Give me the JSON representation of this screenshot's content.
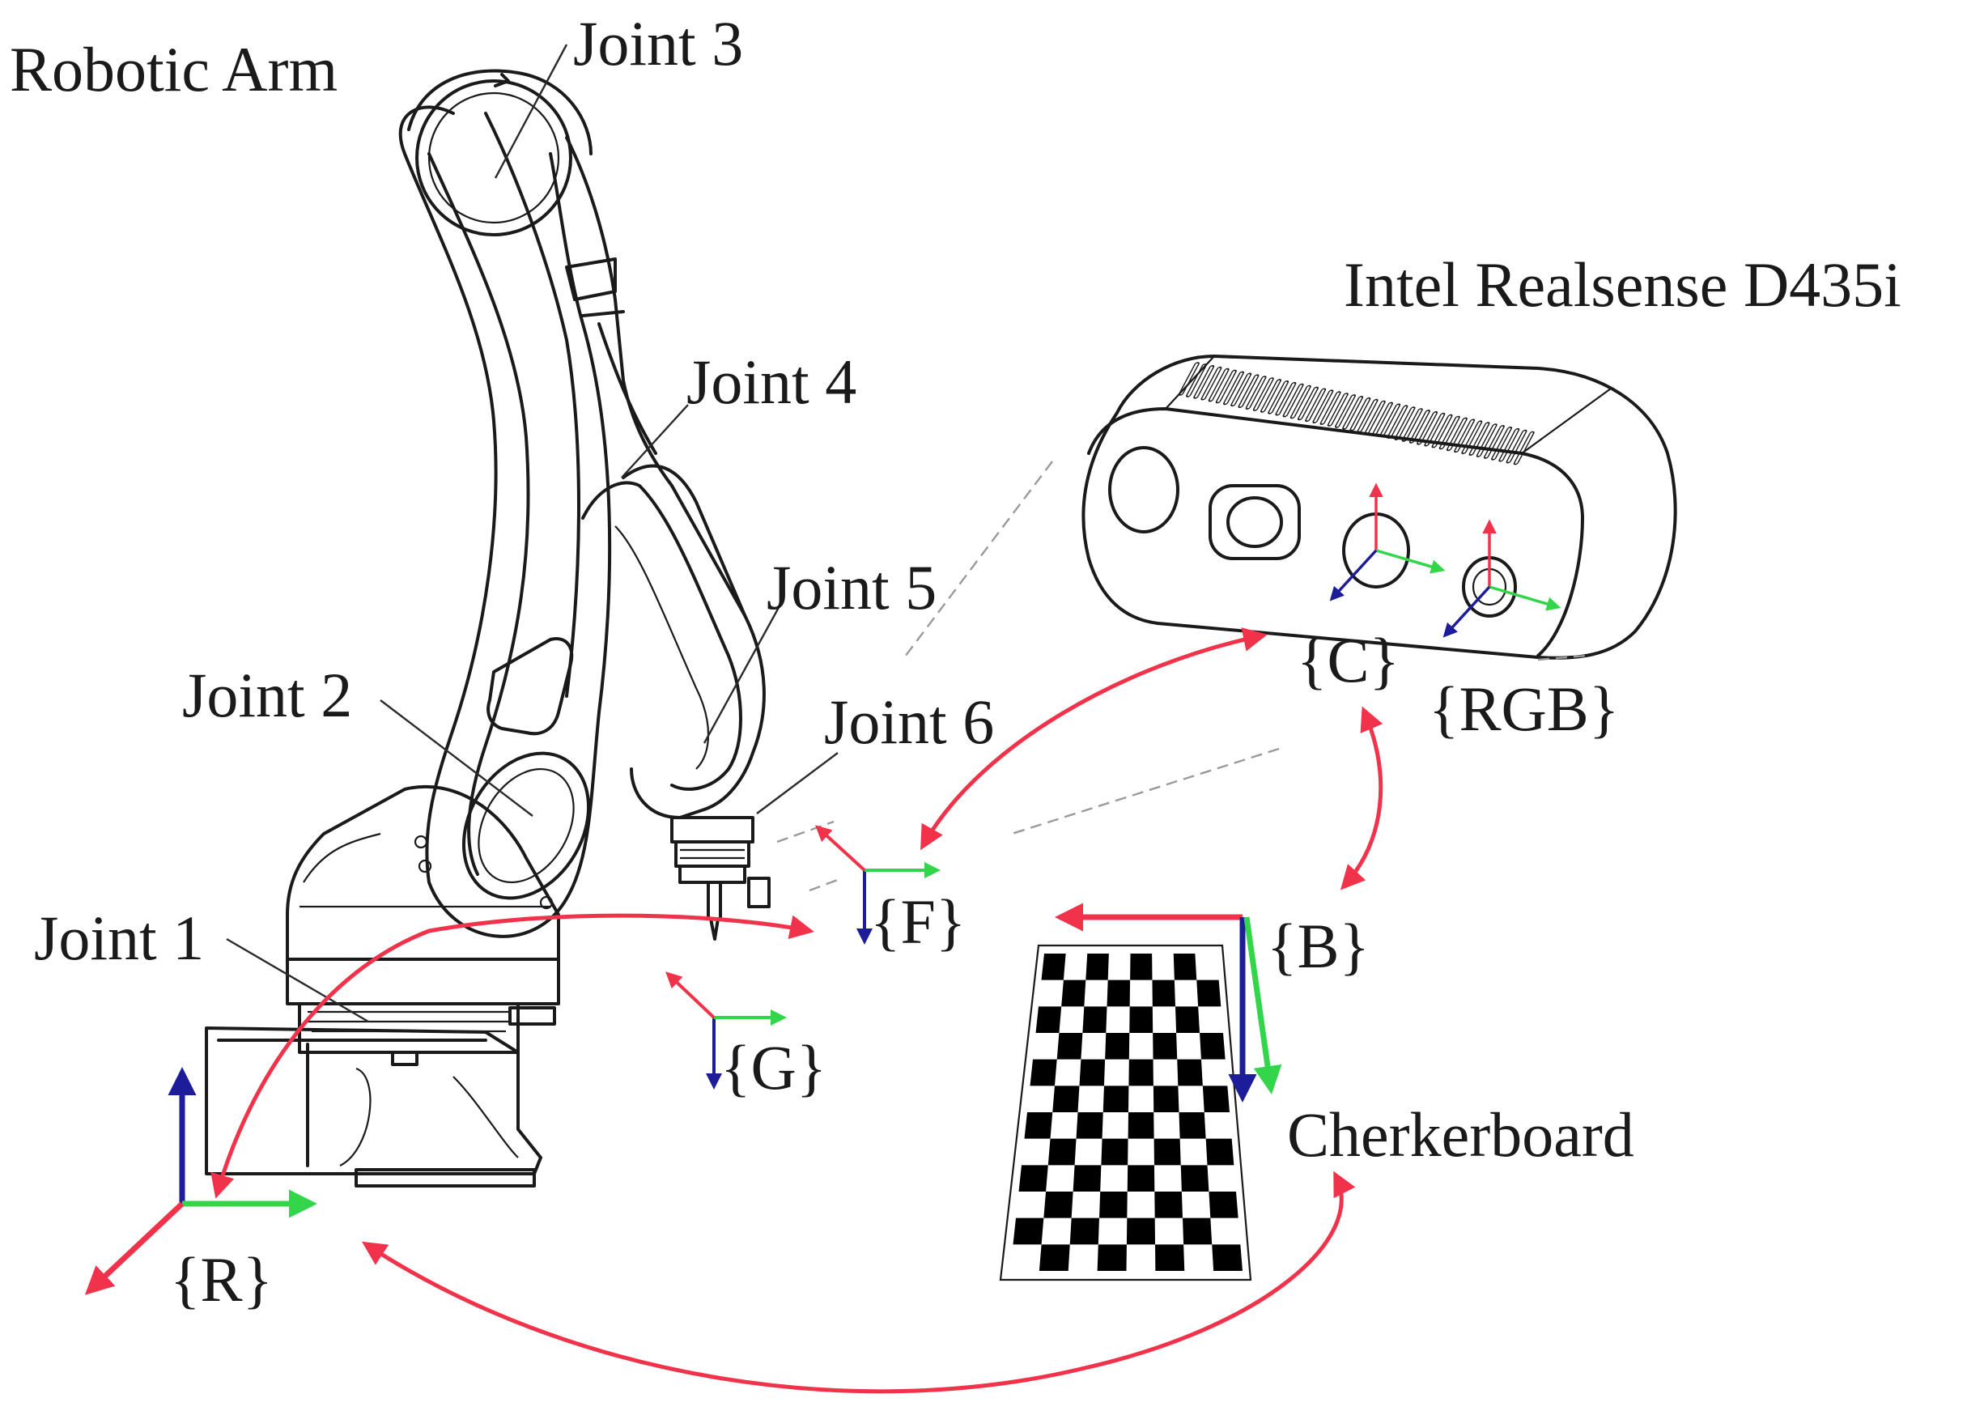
{
  "labels": {
    "robotic_arm": "Robotic Arm",
    "joint_1": "Joint 1",
    "joint_2": "Joint 2",
    "joint_3": "Joint 3",
    "joint_4": "Joint 4",
    "joint_5": "Joint 5",
    "joint_6": "Joint 6",
    "camera": "Intel Realsense D435i",
    "checkerboard": "Cherkerboard"
  },
  "frames": {
    "R": "{R}",
    "F": "{F}",
    "G": "{G}",
    "B": "{B}",
    "C": "{C}",
    "RGB": "{RGB}"
  },
  "colors": {
    "axis_x": "#f0334a",
    "axis_y": "#33d64a",
    "axis_z": "#1d1d9a",
    "relation_arrow": "#f0334a",
    "line": "#1a1a1a"
  },
  "checkerboard_grid": {
    "rows": 12,
    "cols": 8
  }
}
